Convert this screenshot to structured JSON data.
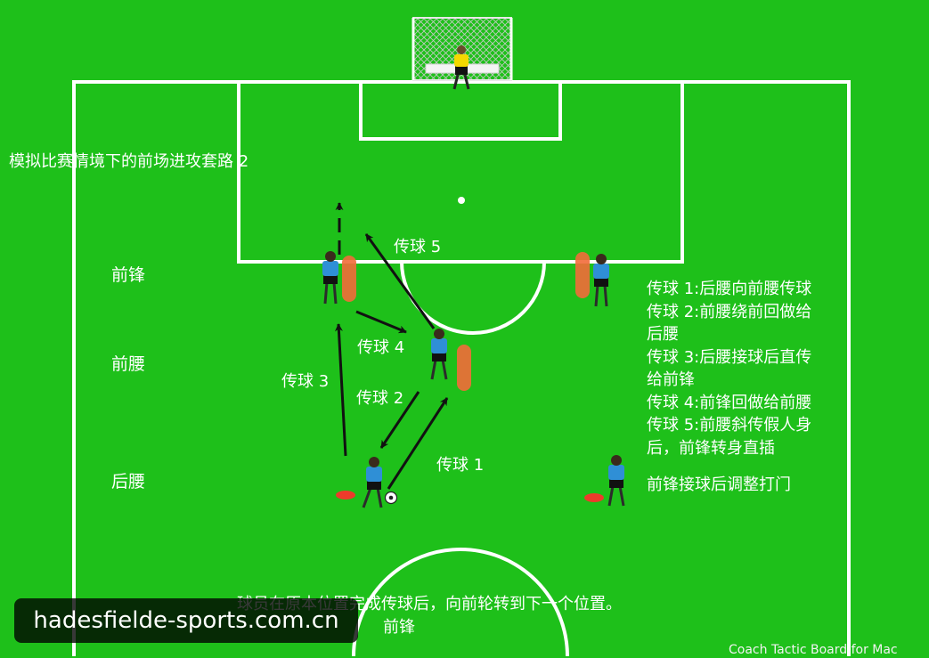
{
  "title": "模拟比赛情境下的前场进攻套路 2",
  "roles": {
    "forward": "前锋",
    "attacking_mid": "前腰",
    "defensive_mid": "后腰"
  },
  "pass_labels": {
    "pass1": "传球 1",
    "pass2": "传球 2",
    "pass3": "传球 3",
    "pass4": "传球 4",
    "pass5": "传球 5"
  },
  "notes": [
    "传球 1:后腰向前腰传球",
    "传球 2:前腰绕前回做给",
    "后腰",
    "传球 3:后腰接球后直传",
    "给前锋",
    "传球 4:前锋回做给前腰",
    "传球 5:前腰斜传假人身",
    "后，前锋转身直插",
    "前锋接球后调整打门"
  ],
  "footer": {
    "line1": "球员在原本位置完成传球后，向前轮转到下一个位置。",
    "line2": "前锋"
  },
  "credit": "Coach Tactic Board for Mac",
  "watermark": "hadesfielde-sports.com.cn",
  "colors": {
    "pitch": "#1ec01a",
    "lines": "#ffffff",
    "player_shirt": "#2f8fd6",
    "keeper_shirt": "#f5d800",
    "mannequin": "#f26b3a",
    "arrow": "#111111"
  }
}
